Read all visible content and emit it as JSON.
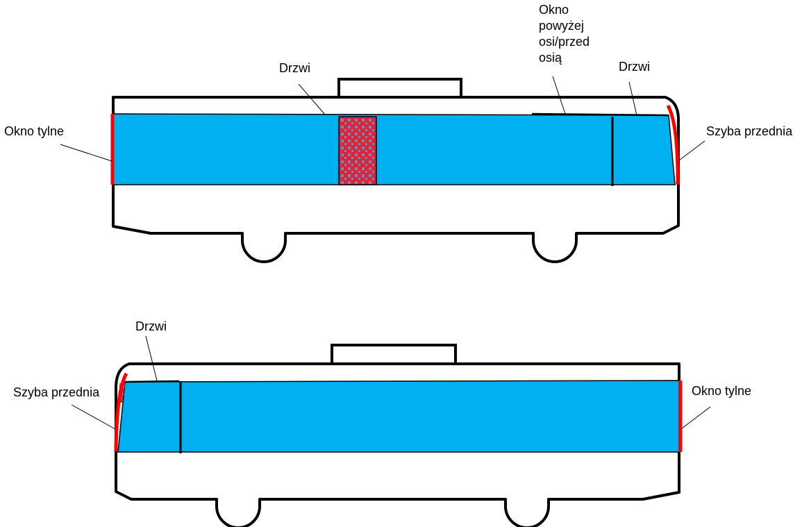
{
  "colors": {
    "window": "#00b0f0",
    "glass_edge": "#ff0000",
    "outline": "#000000",
    "door_pattern_a": "#e0223a",
    "door_pattern_b": "#6a8fb5"
  },
  "bus_top": {
    "labels": {
      "rear_window": "Okno tylne",
      "middle_door": "Drzwi",
      "window_above_axle_line1": "Okno",
      "window_above_axle_line2": "powyżej",
      "window_above_axle_line3": "osi/przed",
      "window_above_axle_line4": "osią",
      "front_door": "Drzwi",
      "windshield": "Szyba przednia"
    }
  },
  "bus_bottom": {
    "labels": {
      "front_door": "Drzwi",
      "windshield": "Szyba przednia",
      "rear_window": "Okno tylne"
    }
  }
}
